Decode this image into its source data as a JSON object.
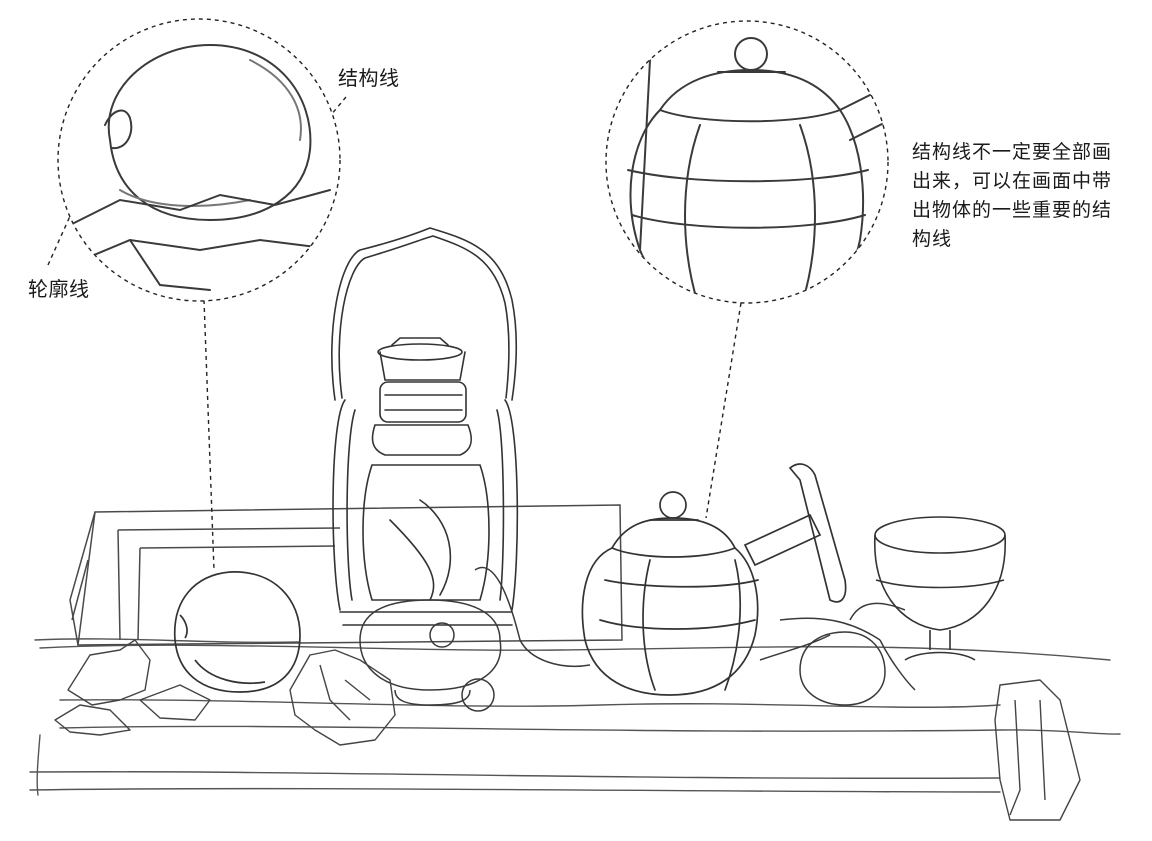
{
  "labels": {
    "contour_line": "轮廓线",
    "structure_line": "结构线"
  },
  "note": "结构线不一定要全部画出来，可以在画面中带出物体的一些重要的结构线",
  "colors": {
    "background": "#ffffff",
    "pencil": "#3a3a3a",
    "dashed_line": "#222222"
  }
}
